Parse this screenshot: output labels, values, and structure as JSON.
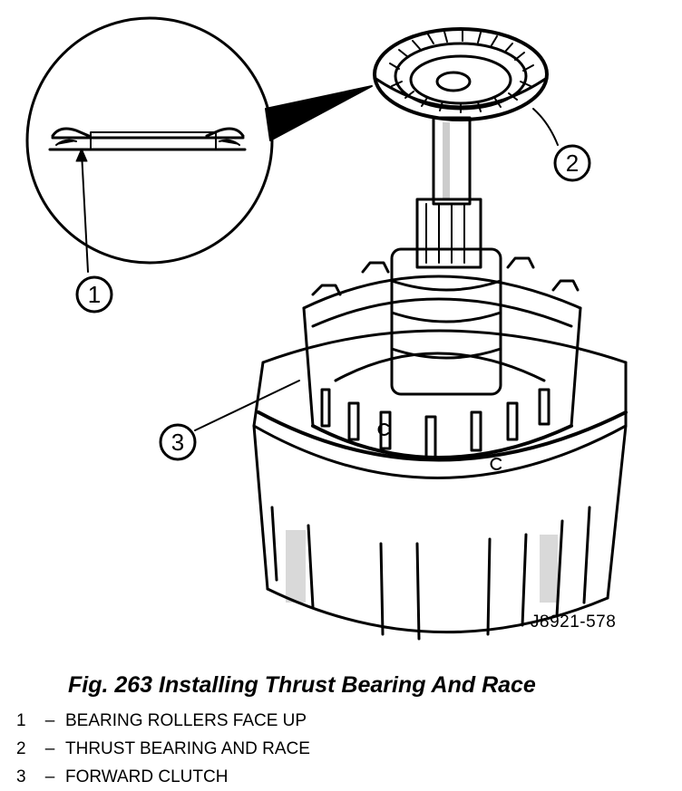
{
  "figure": {
    "code": "J8921-578",
    "caption": "Fig. 263 Installing Thrust Bearing And Race"
  },
  "callouts": [
    {
      "number": "1",
      "label": "BEARING ROLLERS FACE UP"
    },
    {
      "number": "2",
      "label": "THRUST BEARING AND RACE"
    },
    {
      "number": "3",
      "label": "FORWARD CLUTCH"
    }
  ],
  "legend_separator": "–"
}
